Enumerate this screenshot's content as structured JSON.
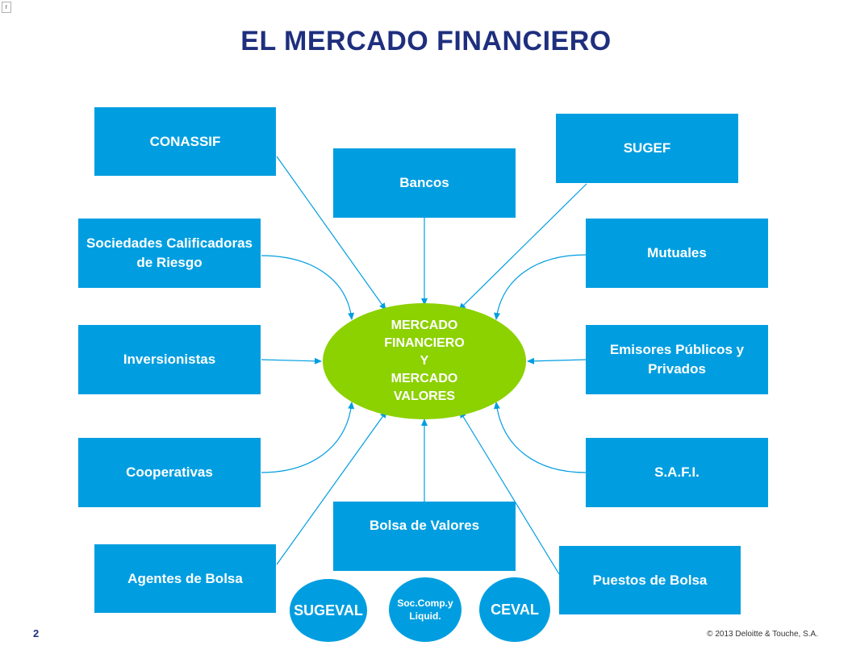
{
  "title": "EL MERCADO FINANCIERO",
  "corner_mark": "r",
  "center": "MERCADO\nFINANCIERO\nY\nMERCADO\nVALORES",
  "boxes": {
    "conassif": "CONASSIF",
    "sugef": "SUGEF",
    "bancos": "Bancos",
    "sociedades": "Sociedades Calificadoras de Riesgo",
    "mutuales": "Mutuales",
    "inversionistas": "Inversionistas",
    "emisores": "Emisores Públicos y Privados",
    "cooperativas": "Cooperativas",
    "safi": "S.A.F.I.",
    "bolsa": "Bolsa de Valores",
    "agentes": "Agentes de Bolsa",
    "puestos": "Puestos de Bolsa"
  },
  "circles": {
    "sugeval": "SUGEVAL",
    "soc": "Soc.Comp.y\nLiquid.",
    "ceval": "CEVAL"
  },
  "footer": {
    "page": "2",
    "copyright": "© 2013 Deloitte & Touche, S.A."
  },
  "colors": {
    "box": "#009ee0",
    "center": "#8cd100",
    "title": "#1f2f7e",
    "arrow": "#009ee0"
  }
}
